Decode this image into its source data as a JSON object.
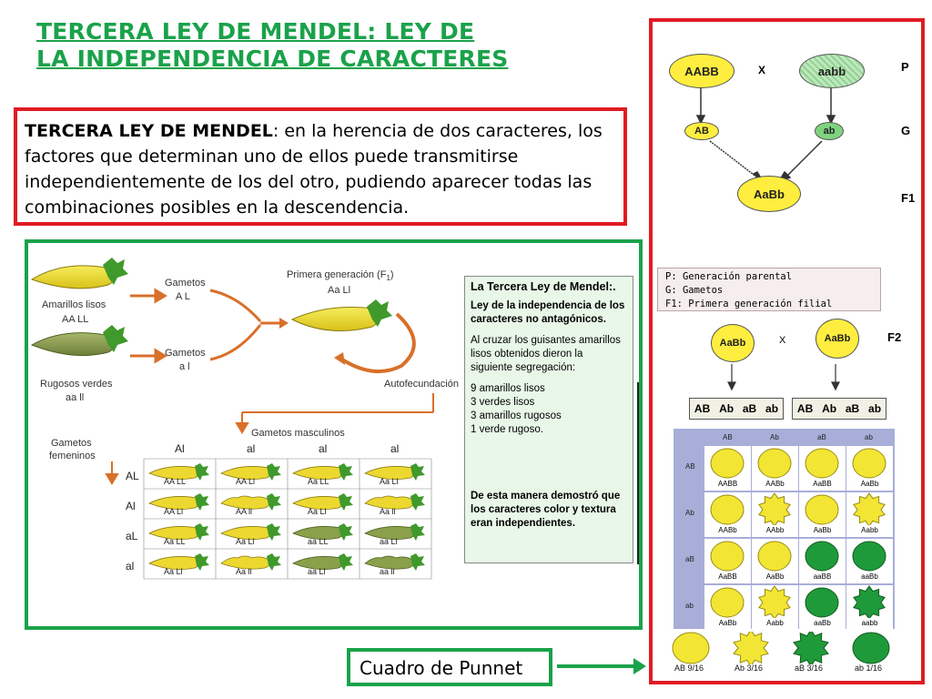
{
  "title": {
    "line1": "TERCERA LEY DE MENDEL: LEY DE",
    "line2": "LA INDEPENDENCIA DE CARACTERES"
  },
  "law": {
    "bold": "TERCERA LEY DE MENDEL",
    "text": ": en la herencia de dos caracteres, los factores que determinan uno de ellos puede transmitirse independientemente de los del otro, pudiendo aparecer todas las combinaciones posibles en la descendencia."
  },
  "left_diagram": {
    "parent1_label": "Amarillos lisos",
    "parent1_geno": "AA LL",
    "parent2_label": "Rugosos verdes",
    "parent2_geno": "aa ll",
    "gametes_label_1": "Gametos",
    "gametes_value_1": "A L",
    "gametes_label_2": "Gametos",
    "gametes_value_2": "a l",
    "f1_label": "Primera generación (F",
    "f1_sub": "1",
    "f1_label_close": ")",
    "f1_geno": "Aa Ll",
    "selfing": "Autofecundación",
    "male_gametes": "Gametos masculinos",
    "female_gametes_1": "Gametos",
    "female_gametes_2": "femeninos",
    "cols": [
      "Al",
      "al",
      "al",
      "al"
    ],
    "rows": [
      "AL",
      "Al",
      "aL",
      "al"
    ],
    "cells": [
      [
        "AA LL",
        "AA Ll",
        "Aa LL",
        "Aa Ll"
      ],
      [
        "AA Ll",
        "AA ll",
        "Aa Ll",
        "Aa ll"
      ],
      [
        "Aa LL",
        "Aa Ll",
        "aa LL",
        "aa Ll"
      ],
      [
        "Aa Ll",
        "Aa ll",
        "aa Ll",
        "aa ll"
      ]
    ]
  },
  "side_text": {
    "title": "La Tercera Ley de Mendel:.",
    "subtitle": "Ley de la independencia de los caracteres no antagónicos.",
    "p1": "Al cruzar los guisantes amarillos lisos obtenidos dieron la siguiente segregación:",
    "r1": "9 amarillos lisos",
    "r2": "3 verdes lisos",
    "r3": "3 amarillos rugosos",
    "r4": "1 verde rugoso.",
    "p2": "De esta manera demostró que los caracteres color y textura eran independientes."
  },
  "cross": {
    "p1": "AABB",
    "x1": "X",
    "p2": "aabb",
    "g1": "AB",
    "g2": "ab",
    "f1": "AaBb",
    "gen_p": "P",
    "gen_g": "G",
    "gen_f1": "F1",
    "gen_f2": "F2",
    "legend": [
      "P: Generación parental",
      "G: Gametos",
      "F1: Primera generación filial"
    ],
    "f2_parent1": "AaBb",
    "x2": "X",
    "f2_parent2": "AaBb",
    "gametes_left": [
      "AB",
      "Ab",
      "aB",
      "ab"
    ],
    "gametes_right": [
      "AB",
      "Ab",
      "aB",
      "ab"
    ]
  },
  "punnett": {
    "col_headers": [
      "AB",
      "Ab",
      "aB",
      "ab"
    ],
    "row_headers": [
      "AB",
      "Ab",
      "aB",
      "ab"
    ],
    "cells": [
      [
        "AABB",
        "AABb",
        "AaBB",
        "AaBb"
      ],
      [
        "AABb",
        "AAbb",
        "AaBb",
        "Aabb"
      ],
      [
        "AaBB",
        "AaBb",
        "aaBB",
        "aaBb"
      ],
      [
        "AaBb",
        "Aabb",
        "aaBb",
        "aabb"
      ]
    ],
    "summary": [
      "AB 9/16",
      "Ab 3/16",
      "aB 3/16",
      "ab 1/16"
    ]
  },
  "punnet_label": "Cuadro de Punnet",
  "colors": {
    "title_green": "#1aa24a",
    "border_red": "#e01b24",
    "pea_yellow": "#f2e534",
    "pea_green": "#1f9a3a"
  }
}
